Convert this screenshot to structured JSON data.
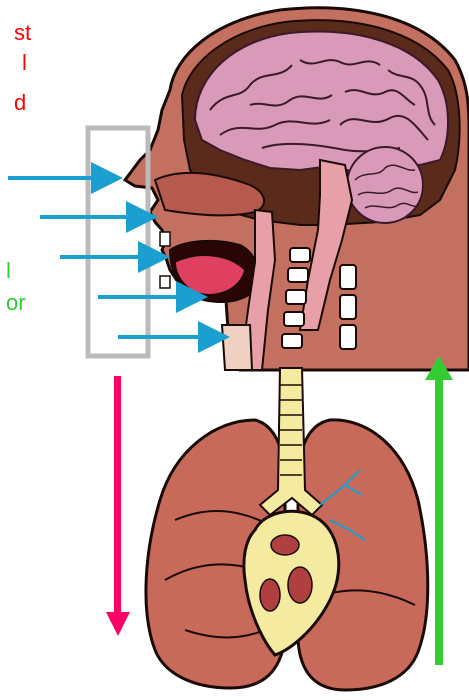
{
  "labels": {
    "red": [
      "st",
      "l",
      "d"
    ],
    "green": [
      "l",
      "or"
    ]
  },
  "colors": {
    "inhale_arrow": "#ff0066",
    "exhale_arrow": "#33cc33",
    "pointer_arrows": "#1a9fd0",
    "airway_box": "#bbbbbb",
    "brain": "#d89ab8",
    "tissue": "#c47060",
    "skull_dark": "#5a2a1a",
    "trachea": "#f4eaa0",
    "lung": "#c86a5a"
  }
}
